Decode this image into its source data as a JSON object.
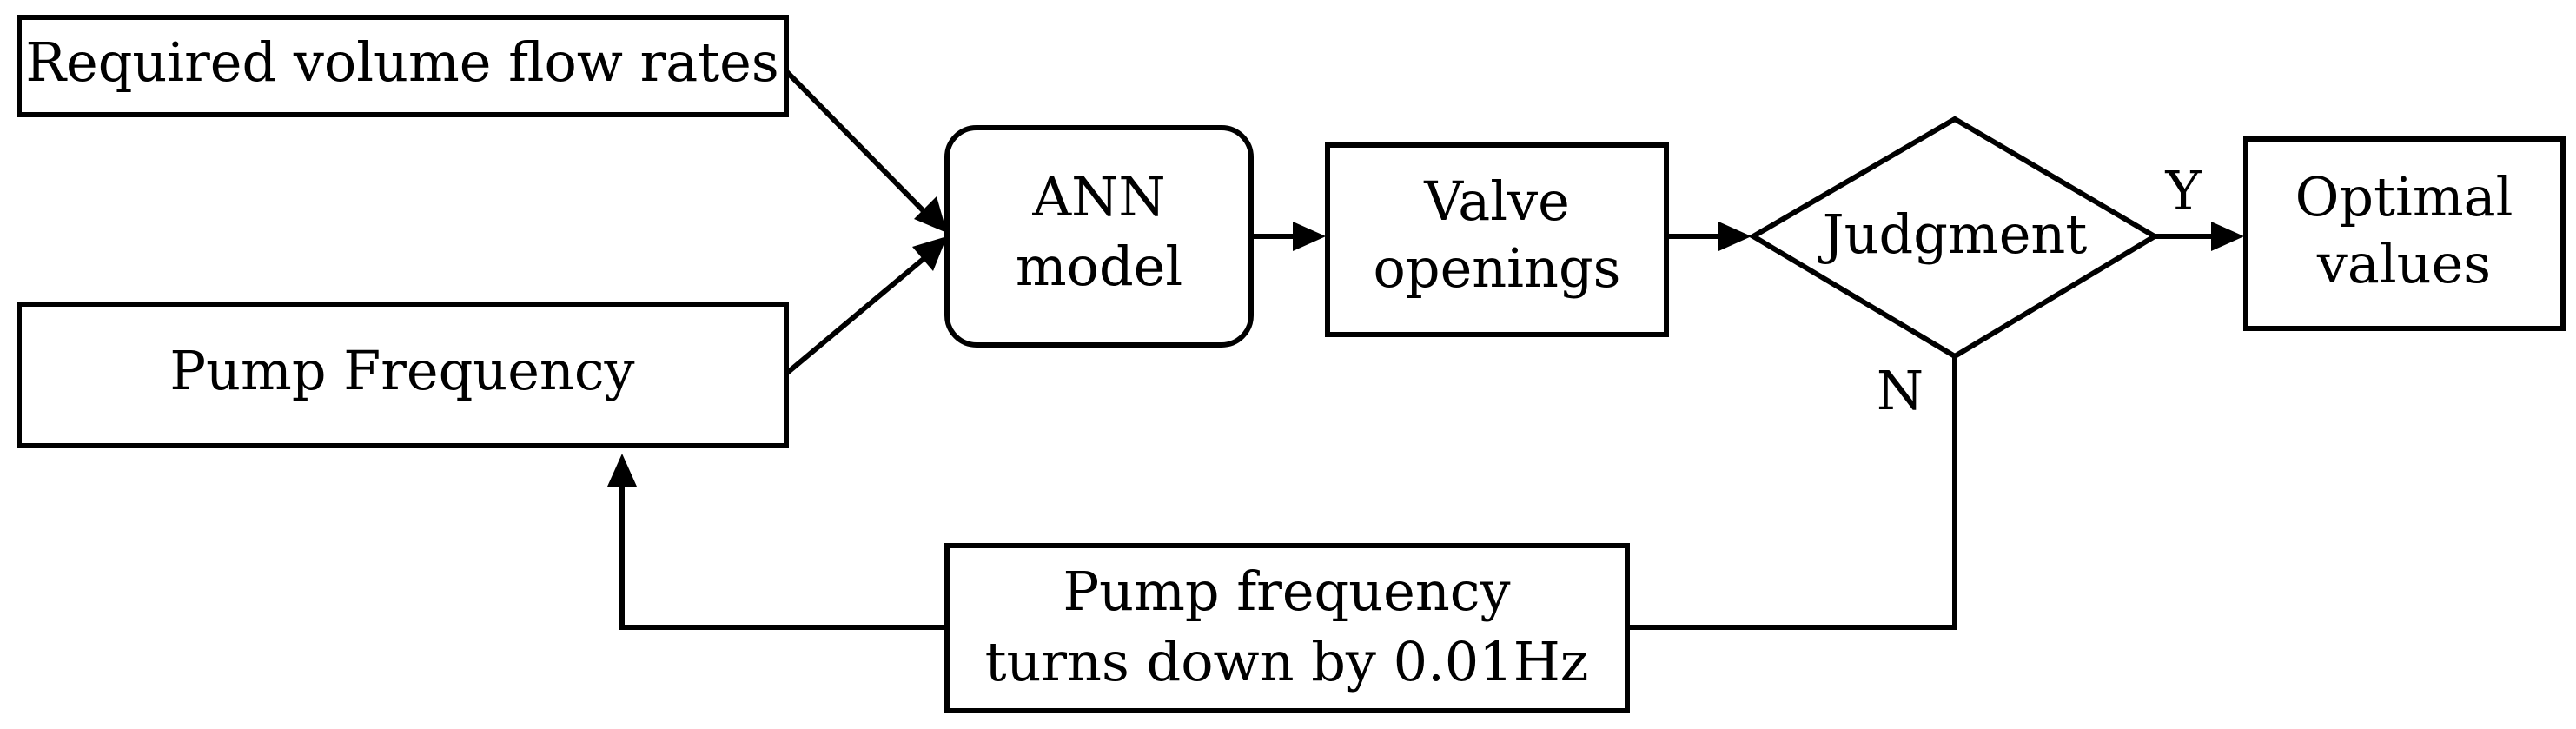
{
  "nodes": {
    "required_flow": {
      "label": "Required volume flow rates"
    },
    "pump_frequency": {
      "label": "Pump Frequency"
    },
    "ann_model": {
      "line1": "ANN",
      "line2": "model"
    },
    "valve_openings": {
      "line1": "Valve",
      "line2": "openings"
    },
    "judgment": {
      "label": "Judgment"
    },
    "optimal_values": {
      "line1": "Optimal",
      "line2": "values"
    },
    "pump_turn_down": {
      "line1": "Pump frequency",
      "line2": "turns down by 0.01Hz"
    }
  },
  "edges": {
    "yes_label": "Y",
    "no_label": "N"
  }
}
